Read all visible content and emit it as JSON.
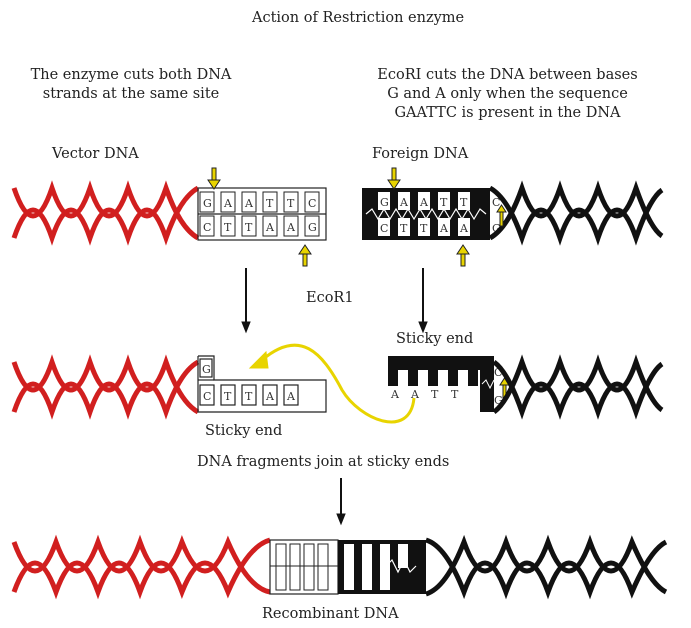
{
  "title": "Action of Restriction enzyme",
  "note_left": [
    "The enzyme cuts both DNA",
    "strands at the same site"
  ],
  "note_right": [
    "EcoRI cuts the DNA between bases",
    "G and A only when the sequence",
    "GAATTC is present in the DNA"
  ],
  "label_vector": "Vector DNA",
  "label_foreign": "Foreign DNA",
  "label_enzyme": "EcoR1",
  "label_sticky_top": "Sticky end",
  "label_sticky_bottom": "Sticky end",
  "label_join": "DNA fragments join at sticky ends",
  "label_recombinant": "Recombinant DNA",
  "vector_top_bases": [
    "G",
    "A",
    "A",
    "T",
    "T",
    "C"
  ],
  "vector_bottom_bases": [
    "C",
    "T",
    "T",
    "A",
    "A",
    "G"
  ],
  "foreign_top_bases": [
    "G",
    "A",
    "A",
    "T",
    "T",
    "C"
  ],
  "foreign_bottom_bases": [
    "C",
    "T",
    "T",
    "A",
    "A",
    "G"
  ],
  "vector_cut_top": [
    "G"
  ],
  "vector_cut_bottom": [
    "C",
    "T",
    "T",
    "A",
    "A"
  ],
  "foreign_cut_bottom": [
    "A",
    "A",
    "T",
    "T"
  ],
  "foreign_cut_side": [
    "C",
    "G"
  ],
  "colors": {
    "vector_strand": "#d11f1f",
    "foreign_strand": "#111111",
    "arrow": "#e8d400",
    "line": "#222222"
  }
}
